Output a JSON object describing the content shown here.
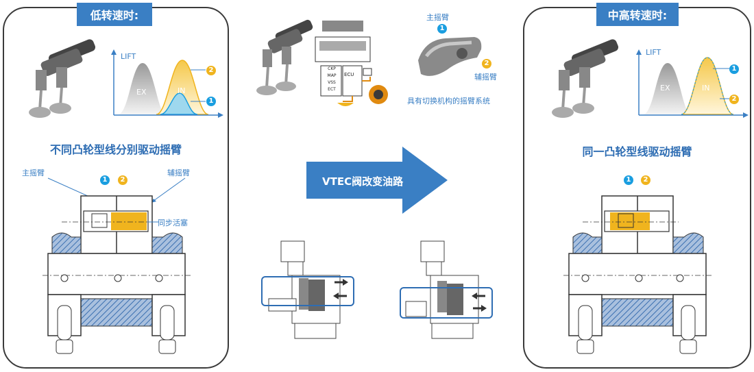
{
  "left": {
    "title": "低转速时:",
    "heading": "不同凸轮型线分别驱动摇臂",
    "chart": {
      "ylabel": "LIFT",
      "ex": "EX",
      "in": "IN",
      "badge1": "1",
      "badge2": "2"
    },
    "labels": {
      "primary_arm": "主摇臂",
      "secondary_arm": "辅摇臂",
      "sync_piston": "同步活塞",
      "badge1": "1",
      "badge2": "2"
    }
  },
  "center": {
    "arrow_text": "VTEC阀改变油路",
    "rocker_caption": "具有切换机构的摇臂系统",
    "primary_arm": "主摇臂",
    "secondary_arm": "辅摇臂",
    "badge1": "1",
    "badge2": "2",
    "ecu": {
      "inputs": [
        "CKP",
        "MAP",
        "VSS",
        "ECT"
      ],
      "unit": "ECU"
    }
  },
  "right": {
    "title": "中高转速时:",
    "heading": "同一凸轮型线驱动摇臂",
    "chart": {
      "ylabel": "LIFT",
      "ex": "EX",
      "in": "IN",
      "badge1": "1",
      "badge2": "2"
    },
    "labels": {
      "badge1": "1",
      "badge2": "2"
    }
  },
  "colors": {
    "accent": "#3a7fc4",
    "badge_blue": "#1a9ee0",
    "badge_yellow": "#f0b41e",
    "hatch": "#3a6fb0",
    "in_fill": "#f5c84a"
  }
}
